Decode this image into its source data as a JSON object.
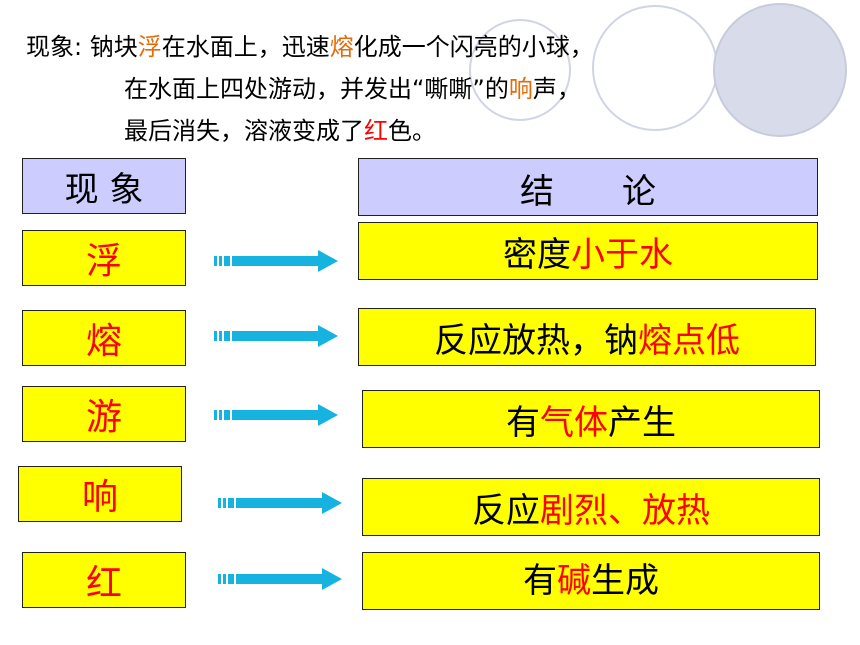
{
  "intro": {
    "label": "现象:",
    "line1": [
      "钠块",
      "浮",
      "在水面上，迅速",
      "熔",
      "化成一个闪亮的小球，"
    ],
    "line2": [
      "在水面上四处游动，并发出“嘶嘶”的",
      "响",
      "声，"
    ],
    "line3": [
      "最后消失，溶液变成了",
      "红",
      "色。"
    ]
  },
  "table": {
    "header_left": "现 象",
    "header_right": "结　　论",
    "rows": [
      {
        "phenomenon": "浮",
        "conclusion": [
          "密度",
          "小于水",
          ""
        ]
      },
      {
        "phenomenon": "熔",
        "conclusion": [
          "反应放热，钠",
          "熔点低",
          ""
        ]
      },
      {
        "phenomenon": "游",
        "conclusion": [
          "有",
          "气体",
          "产生"
        ]
      },
      {
        "phenomenon": "响",
        "conclusion": [
          "反应",
          "剧烈、放热",
          ""
        ]
      },
      {
        "phenomenon": "红",
        "conclusion": [
          "有",
          "碱",
          "生成"
        ]
      }
    ]
  },
  "colors": {
    "highlight_orange": "#e36c09",
    "highlight_red": "#ff0000",
    "box_yellow": "#ffff00",
    "header_lavender": "#ccccff",
    "arrow_cyan": "#17b3e0"
  }
}
